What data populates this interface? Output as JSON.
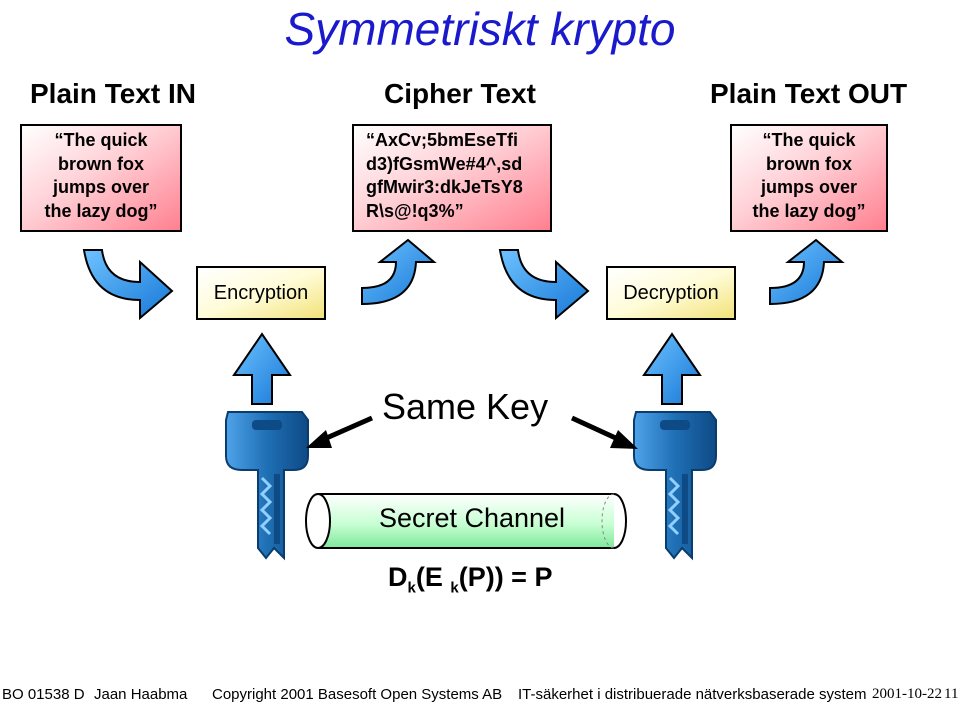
{
  "title": "Symmetriskt krypto",
  "columns": {
    "plain_in": "Plain Text IN",
    "cipher": "Cipher Text",
    "plain_out": "Plain Text OUT"
  },
  "boxes": {
    "plain_in_lines": [
      "“The quick",
      "brown fox",
      "jumps over",
      "the lazy dog”"
    ],
    "cipher_lines": [
      "“AxCv;5bmEseTfi",
      "d3)fGsmWe#4^,sd",
      "gfMwir3:dkJeTsY8",
      "R\\s@!q3%”"
    ],
    "plain_out_lines": [
      "“The quick",
      "brown fox",
      "jumps over",
      "the lazy dog”"
    ]
  },
  "labels": {
    "encryption": "Encryption",
    "decryption": "Decryption",
    "same_key": "Same Key",
    "secret_channel": "Secret Channel"
  },
  "formula": {
    "d": "D",
    "k1": "k",
    "mid": "(E",
    "k2": "k",
    "end": "(P)) = P"
  },
  "footer": {
    "course": "BO 01538 D",
    "author": "Jaan Haabma",
    "copyright": "Copyright 2001 Basesoft Open Systems AB",
    "subject": "IT-säkerhet i distribuerade nätverksbaserade system",
    "date": "2001-10-22",
    "page": "11"
  },
  "colors": {
    "title": "#1a1acc",
    "arrow_blue": "#1e90e8",
    "key_blue": "#1f6fb5",
    "text_box_pink": "#ff8090",
    "label_box_yellow": "#f2e27a",
    "channel_green": "#9cf5b0"
  },
  "icons": [
    "curved-arrow-icon",
    "up-arrow-icon",
    "key-icon"
  ]
}
